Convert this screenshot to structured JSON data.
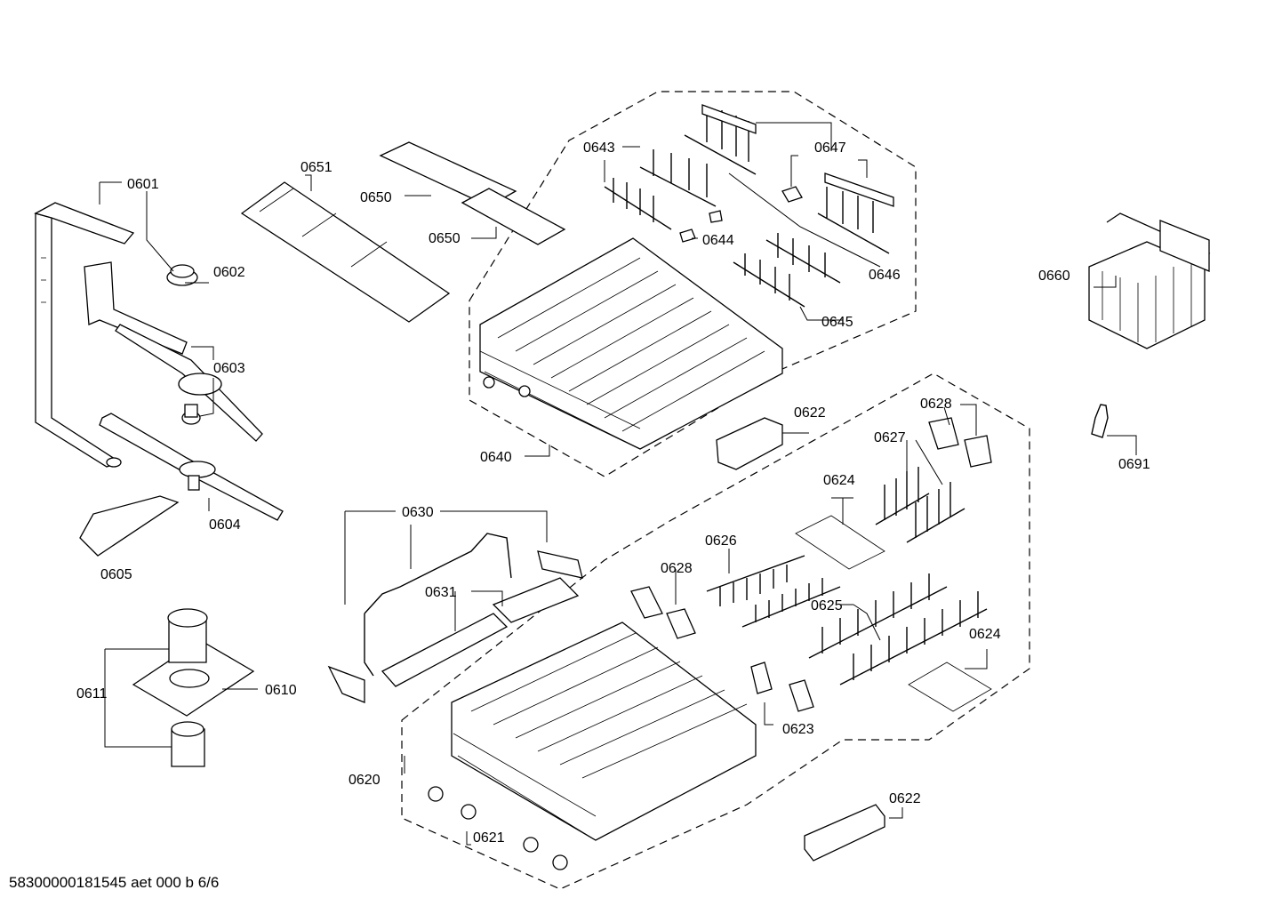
{
  "diagram": {
    "footer": "58300000181545 aet 000 b 6/6",
    "parts": {
      "p0601": "0601",
      "p0602": "0602",
      "p0603": "0603",
      "p0604": "0604",
      "p0605": "0605",
      "p0610": "0610",
      "p0611": "0611",
      "p0620": "0620",
      "p0621": "0621",
      "p0622a": "0622",
      "p0622b": "0622",
      "p0623": "0623",
      "p0624a": "0624",
      "p0624b": "0624",
      "p0625": "0625",
      "p0626": "0626",
      "p0627": "0627",
      "p0628a": "0628",
      "p0628b": "0628",
      "p0630": "0630",
      "p0631": "0631",
      "p0640": "0640",
      "p0643": "0643",
      "p0644": "0644",
      "p0645": "0645",
      "p0646": "0646",
      "p0647": "0647",
      "p0650a": "0650",
      "p0650b": "0650",
      "p0651": "0651",
      "p0660": "0660",
      "p0691": "0691"
    }
  }
}
